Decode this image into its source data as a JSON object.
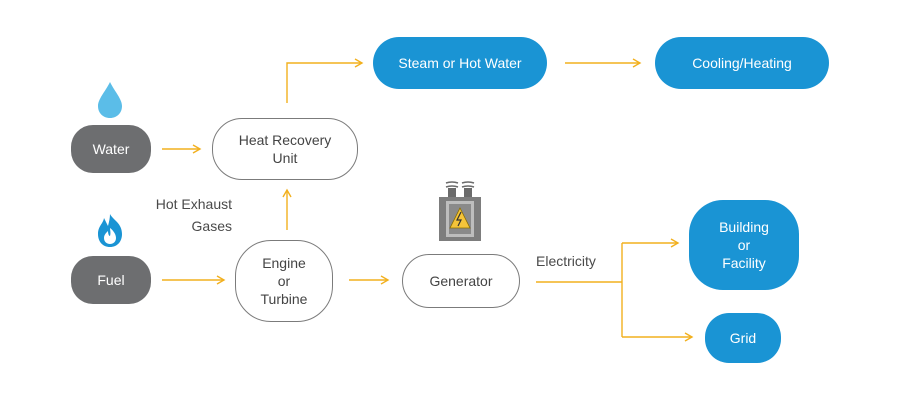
{
  "nodes": {
    "water": "Water",
    "fuel": "Fuel",
    "heat_recovery": "Heat Recovery\nUnit",
    "engine": "Engine\nor\nTurbine",
    "generator": "Generator",
    "steam": "Steam or Hot Water",
    "cooling": "Cooling/Heating",
    "building": "Building\nor\nFacility",
    "grid": "Grid"
  },
  "labels": {
    "exhaust": "Hot Exhaust\nGases",
    "electricity": "Electricity"
  },
  "colors": {
    "arrow": "#f2b01e",
    "dark_node": "#6d6e70",
    "blue_node": "#1a94d4",
    "outline": "#7b7b7b",
    "water_drop": "#5bbde8",
    "flame": "#1a94d4",
    "transformer": "#7d7d7d",
    "hazard": "#f5c43a"
  },
  "icons": {
    "water": "water-drop-icon",
    "fuel": "flame-icon",
    "generator": "transformer-icon"
  }
}
